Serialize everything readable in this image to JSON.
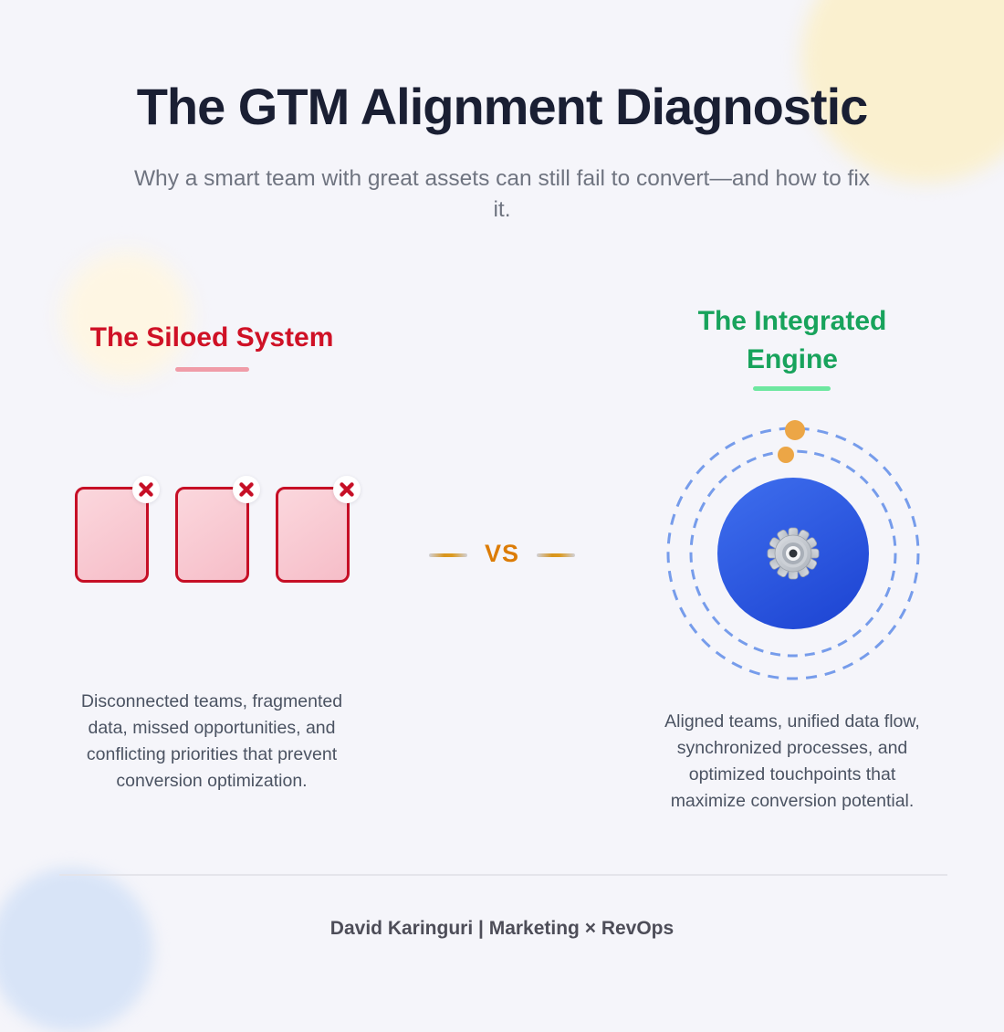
{
  "header": {
    "title": "The GTM Alignment Diagnostic",
    "subtitle": "Why a smart team with great assets can still fail to convert—and how to fix it."
  },
  "siloed": {
    "heading": "The Siloed System",
    "description": "Disconnected teams, fragmented data, missed opportunities, and conflicting priorities that prevent conversion optimization.",
    "boxes": [
      {
        "icon": "x-icon"
      },
      {
        "icon": "x-icon"
      },
      {
        "icon": "x-icon"
      }
    ],
    "colors": {
      "heading": "#CF1126",
      "underline": "#F09CA8",
      "box_border": "#C60F26",
      "box_fill": "#F8C9D2"
    }
  },
  "versus": {
    "label": "VS",
    "color": "#DC7C06"
  },
  "integrated": {
    "heading": "The Integrated Engine",
    "description": "Aligned teams, unified data flow, synchronized processes, and optimized touchpoints that maximize conversion potential.",
    "core_icon": "gear-icon",
    "colors": {
      "heading": "#18A35C",
      "underline": "#6EE7A0",
      "core": "#2E5BE3",
      "orbit": "#5F8CE8",
      "dots": "#ECA646"
    }
  },
  "footer": {
    "credit": "David Karinguri | Marketing × RevOps"
  }
}
